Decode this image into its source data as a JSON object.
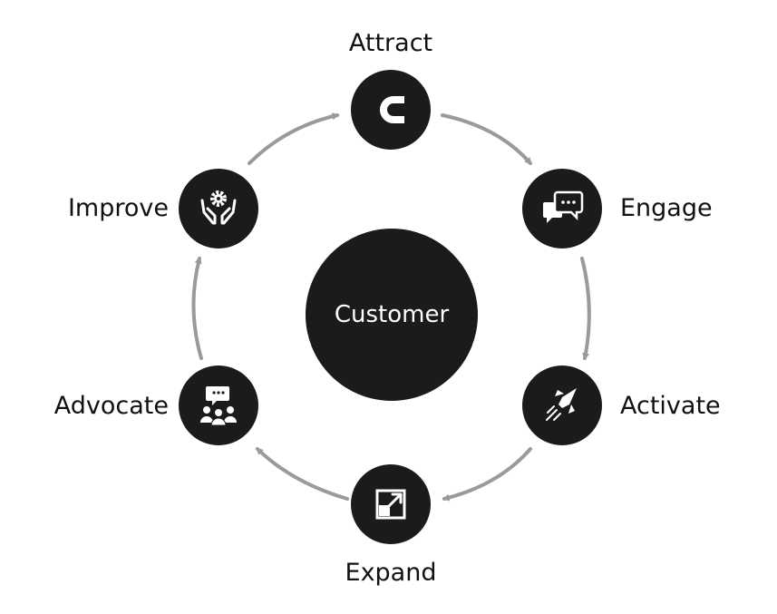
{
  "center": {
    "label": "Customer"
  },
  "stages": [
    {
      "id": "attract",
      "label": "Attract",
      "icon": "magnet-icon"
    },
    {
      "id": "engage",
      "label": "Engage",
      "icon": "chat-bubbles-icon"
    },
    {
      "id": "activate",
      "label": "Activate",
      "icon": "rocket-launch-icon"
    },
    {
      "id": "expand",
      "label": "Expand",
      "icon": "expand-arrow-icon"
    },
    {
      "id": "advocate",
      "label": "Advocate",
      "icon": "group-speech-icon"
    },
    {
      "id": "improve",
      "label": "Improve",
      "icon": "hands-gear-icon"
    }
  ],
  "colors": {
    "node_fill": "#1c1a1a",
    "arrow": "#9a9a9a",
    "icon": "#ffffff",
    "text": "#111111"
  }
}
